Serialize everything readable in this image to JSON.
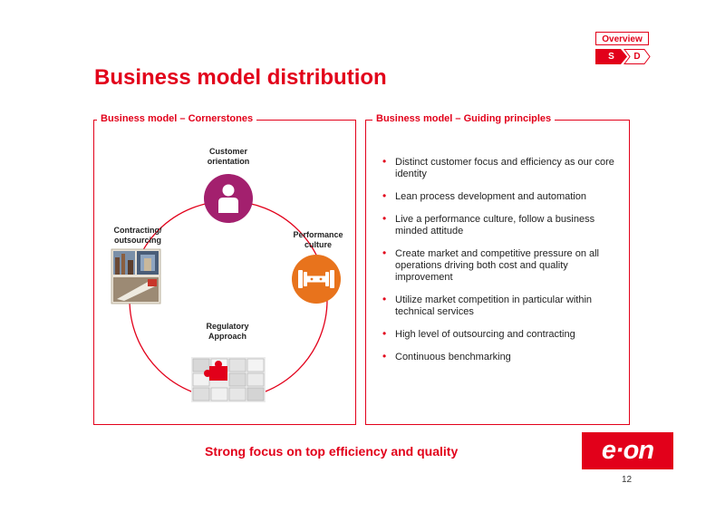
{
  "nav": {
    "overview_label": "Overview",
    "steps": [
      {
        "label": "S"
      },
      {
        "label": "D"
      }
    ]
  },
  "title": "Business model distribution",
  "left_panel": {
    "title": "Business model – Cornerstones",
    "nodes": {
      "customer": "Customer\norientation",
      "performance": "Performance\nculture",
      "regulatory": "Regulatory\nApproach",
      "contracting": "Contracting/\noutsourcing"
    }
  },
  "right_panel": {
    "title": "Business model – Guiding principles",
    "principles": [
      "Distinct customer focus and efficiency as our core identity",
      "Lean process development and automation",
      "Live a performance culture, follow a business minded attitude",
      "Create market and competitive pressure on all operations driving both cost and quality improvement",
      "Utilize market competition in particular within technical services",
      "High level of outsourcing and contracting",
      "Continuous benchmarking"
    ]
  },
  "tagline": "Strong focus on top efficiency and quality",
  "logo": {
    "text": "e·on"
  },
  "page_number": "12",
  "colors": {
    "accent": "#e2001a",
    "customer_icon": "#a3206e",
    "performance_icon": "#e8731c"
  },
  "icons": {
    "customer": "person-icon",
    "performance": "dumbbell-icon",
    "regulatory": "puzzle-icon",
    "contracting": "industrial-photo"
  }
}
